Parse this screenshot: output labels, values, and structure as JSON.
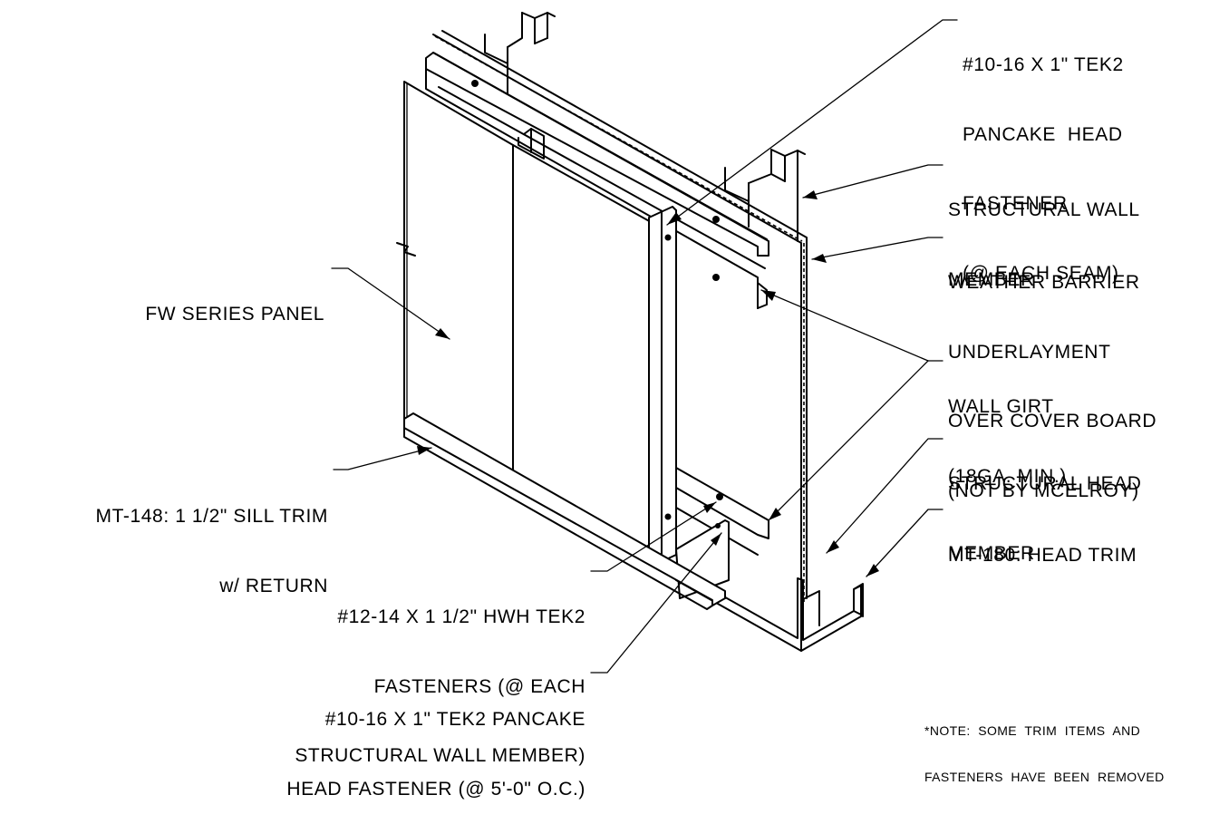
{
  "labels": {
    "pancake_seam": [
      "#10-16 X 1\" TEK2",
      "PANCAKE  HEAD",
      "FASTENER",
      "(@ EACH SEAM)"
    ],
    "structural_wall": [
      "STRUCTURAL WALL",
      "MEMBER"
    ],
    "weather_barrier": [
      "WEATHER BARRIER",
      "UNDERLAYMENT",
      "OVER COVER BOARD",
      "(NOT BY MCELROY)"
    ],
    "wall_girt": [
      "WALL GIRT",
      "(18GA. MIN.)"
    ],
    "structural_head": [
      "STRUCTURAL HEAD",
      "MEMBER"
    ],
    "head_trim": [
      "MT-180: HEAD TRIM"
    ],
    "fw_panel": [
      "FW SERIES PANEL"
    ],
    "sill_trim": [
      "MT-148: 1 1/2\" SILL TRIM",
      "w/ RETURN"
    ],
    "hwh_fasteners": [
      "#12-14 X 1 1/2\" HWH TEK2",
      "FASTENERS (@ EACH",
      "STRUCTURAL WALL MEMBER)"
    ],
    "pancake_5ft": [
      "#10-16 X 1\" TEK2 PANCAKE",
      "HEAD FASTENER (@ 5'-0\" O.C.)"
    ],
    "note": [
      "*NOTE:  SOME  TRIM  ITEMS  AND",
      "FASTENERS  HAVE  BEEN  REMOVED"
    ]
  }
}
